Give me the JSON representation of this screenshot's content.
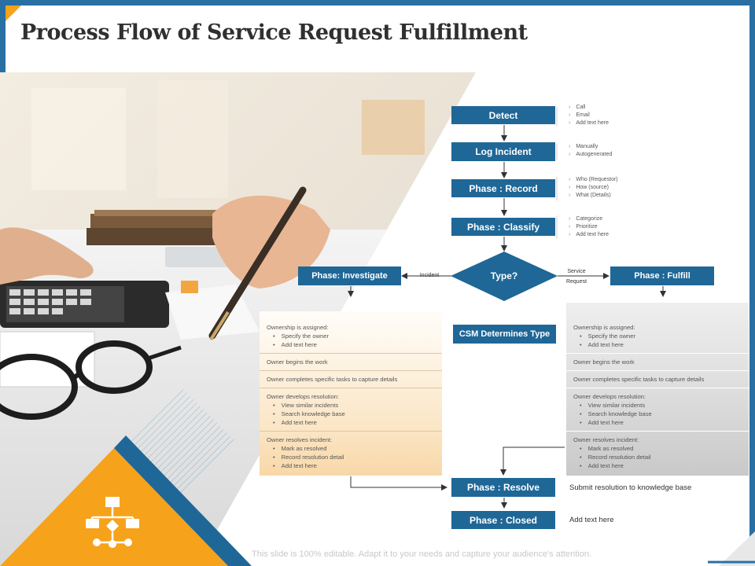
{
  "title": "Process Flow of Service Request Fulfillment",
  "icons": {
    "hierarchy": "org-chart-icon"
  },
  "colors": {
    "box": "#1f6797",
    "accent_orange": "#f7a21b",
    "frame_blue": "#2a6fa3"
  },
  "flow": {
    "detect": {
      "label": "Detect",
      "notes": [
        "Call",
        "Email",
        "Add text here"
      ]
    },
    "log_incident": {
      "label": "Log Incident",
      "notes": [
        "Manually",
        "Autogenerated"
      ]
    },
    "record": {
      "label": "Phase : Record",
      "notes": [
        "Who (Requestor)",
        "How (source)",
        "What (Details)"
      ]
    },
    "classify": {
      "label": "Phase : Classify",
      "notes": [
        "Categorize",
        "Prioritize",
        "Add text here"
      ]
    },
    "type": {
      "label": "Type?"
    },
    "investigate": {
      "label": "Phase: Investigate"
    },
    "fulfill": {
      "label": "Phase : Fulfill"
    },
    "csm": {
      "label": "CSM Determines Type"
    },
    "resolve": {
      "label": "Phase : Resolve",
      "side_text": "Submit resolution to knowledge base"
    },
    "closed": {
      "label": "Phase : Closed",
      "side_text": "Add text here"
    },
    "edge_incident": "Incident",
    "edge_service_line1": "Service",
    "edge_service_line2": "Request"
  },
  "left_panel": {
    "s1_title": "Ownership is assigned:",
    "s1_items": [
      "Specify the owner",
      "Add text here"
    ],
    "s2_title": "Owner begins the work",
    "s3_title": "Owner completes  specific tasks to capture details",
    "s4_title": "Owner develops resolution:",
    "s4_items": [
      "View similar incidents",
      "Search  knowledge base",
      "Add text here"
    ],
    "s5_title": "Owner resolves incident:",
    "s5_items": [
      "Mark as resolved",
      "Record resolution detail",
      "Add text here"
    ]
  },
  "right_panel": {
    "s1_title": "Ownership is assigned:",
    "s1_items": [
      "Specify the owner",
      "Add text here"
    ],
    "s2_title": "Owner begins the work",
    "s3_title": "Owner completes  specific tasks to capture details",
    "s4_title": "Owner develops resolution:",
    "s4_items": [
      "View similar incidents",
      "Search  knowledge base",
      "Add text here"
    ],
    "s5_title": "Owner resolves incident:",
    "s5_items": [
      "Mark as resolved",
      "Record resolution detail",
      "Add text here"
    ]
  },
  "footer": "This slide is 100% editable. Adapt it to your needs and capture your audience's attention."
}
